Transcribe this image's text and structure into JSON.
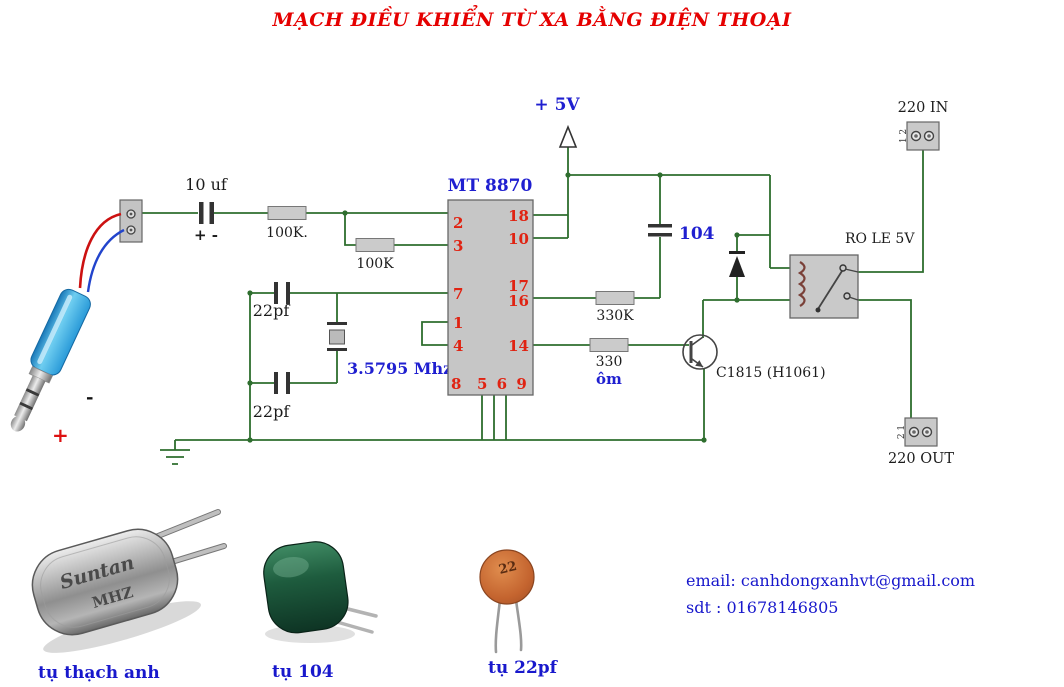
{
  "title": "MẠCH ĐIỀU KHIỂN TỪ XA BẰNG ĐIỆN THOẠI",
  "colors": {
    "title_red": "#e50000",
    "label_blue": "#1f1fd0",
    "pin_red": "#e02312",
    "wire_green": "#2e6e2e"
  },
  "schematic": {
    "vcc": "+ 5V",
    "ic": "MT 8870",
    "pins_left": [
      "2",
      "3",
      "7",
      "1",
      "4",
      "8"
    ],
    "pins_bottom": "5 6 9",
    "pins_right": [
      "18",
      "10",
      "17",
      "16",
      "14"
    ],
    "cap10uf": "10 uf",
    "polarity": "+  -",
    "r1": "100K.",
    "r2": "100K",
    "c22a": "22pf",
    "c22b": "22pf",
    "crystal": "3.5795 Mhz",
    "c104": "104",
    "r330k": "330K",
    "r330": "330",
    "r330_unit": "ôm",
    "transistor": "C1815  (H1061)",
    "relay": "RO LE 5V",
    "term_in": "220 IN",
    "term_out": "220 OUT",
    "term_in_pins": "1 2",
    "term_out_pins": "2 1",
    "plug_plus": "+",
    "plug_minus": "-"
  },
  "photos": {
    "crystal_brand": "Suntan",
    "crystal_unit": "MHZ",
    "crystal_caption": "tụ thạch anh",
    "cap104_caption": "tụ 104",
    "cap22_marking": "22",
    "cap22_caption": "tụ 22pf"
  },
  "contact": {
    "email": "email: canhdongxanhvt@gmail.com",
    "phone": "sdt : 01678146805"
  }
}
